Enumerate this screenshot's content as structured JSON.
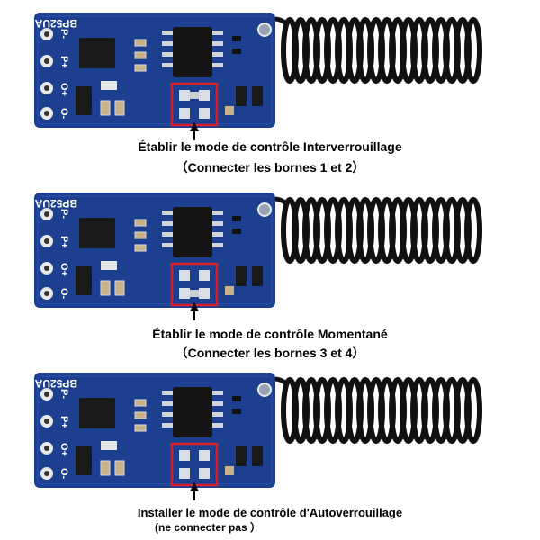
{
  "board": {
    "silkscreen_model": "BP52UA",
    "pin_labels": [
      "P-",
      "P+",
      "O+",
      "O-"
    ],
    "colors": {
      "pcb": "#1c3f8f",
      "pcb_dark": "#16306e",
      "highlight": "#d81e2a",
      "antenna": "#111111",
      "pad": "#d9dde4"
    }
  },
  "panels": [
    {
      "caption_line1": "Établir le mode de contrôle Interverrouillage",
      "caption_line2": "（Connecter les bornes 1 et 2）",
      "bridge": "1-2"
    },
    {
      "caption_line1": "Établir le mode de contrôle Momentané",
      "caption_line2": "（Connecter les bornes 3 et 4）",
      "bridge": "3-4"
    },
    {
      "caption_line1": "Installer le mode de contrôle d'Autoverrouillage",
      "caption_line2": "(ne connecter pas ）",
      "bridge": "none"
    }
  ]
}
